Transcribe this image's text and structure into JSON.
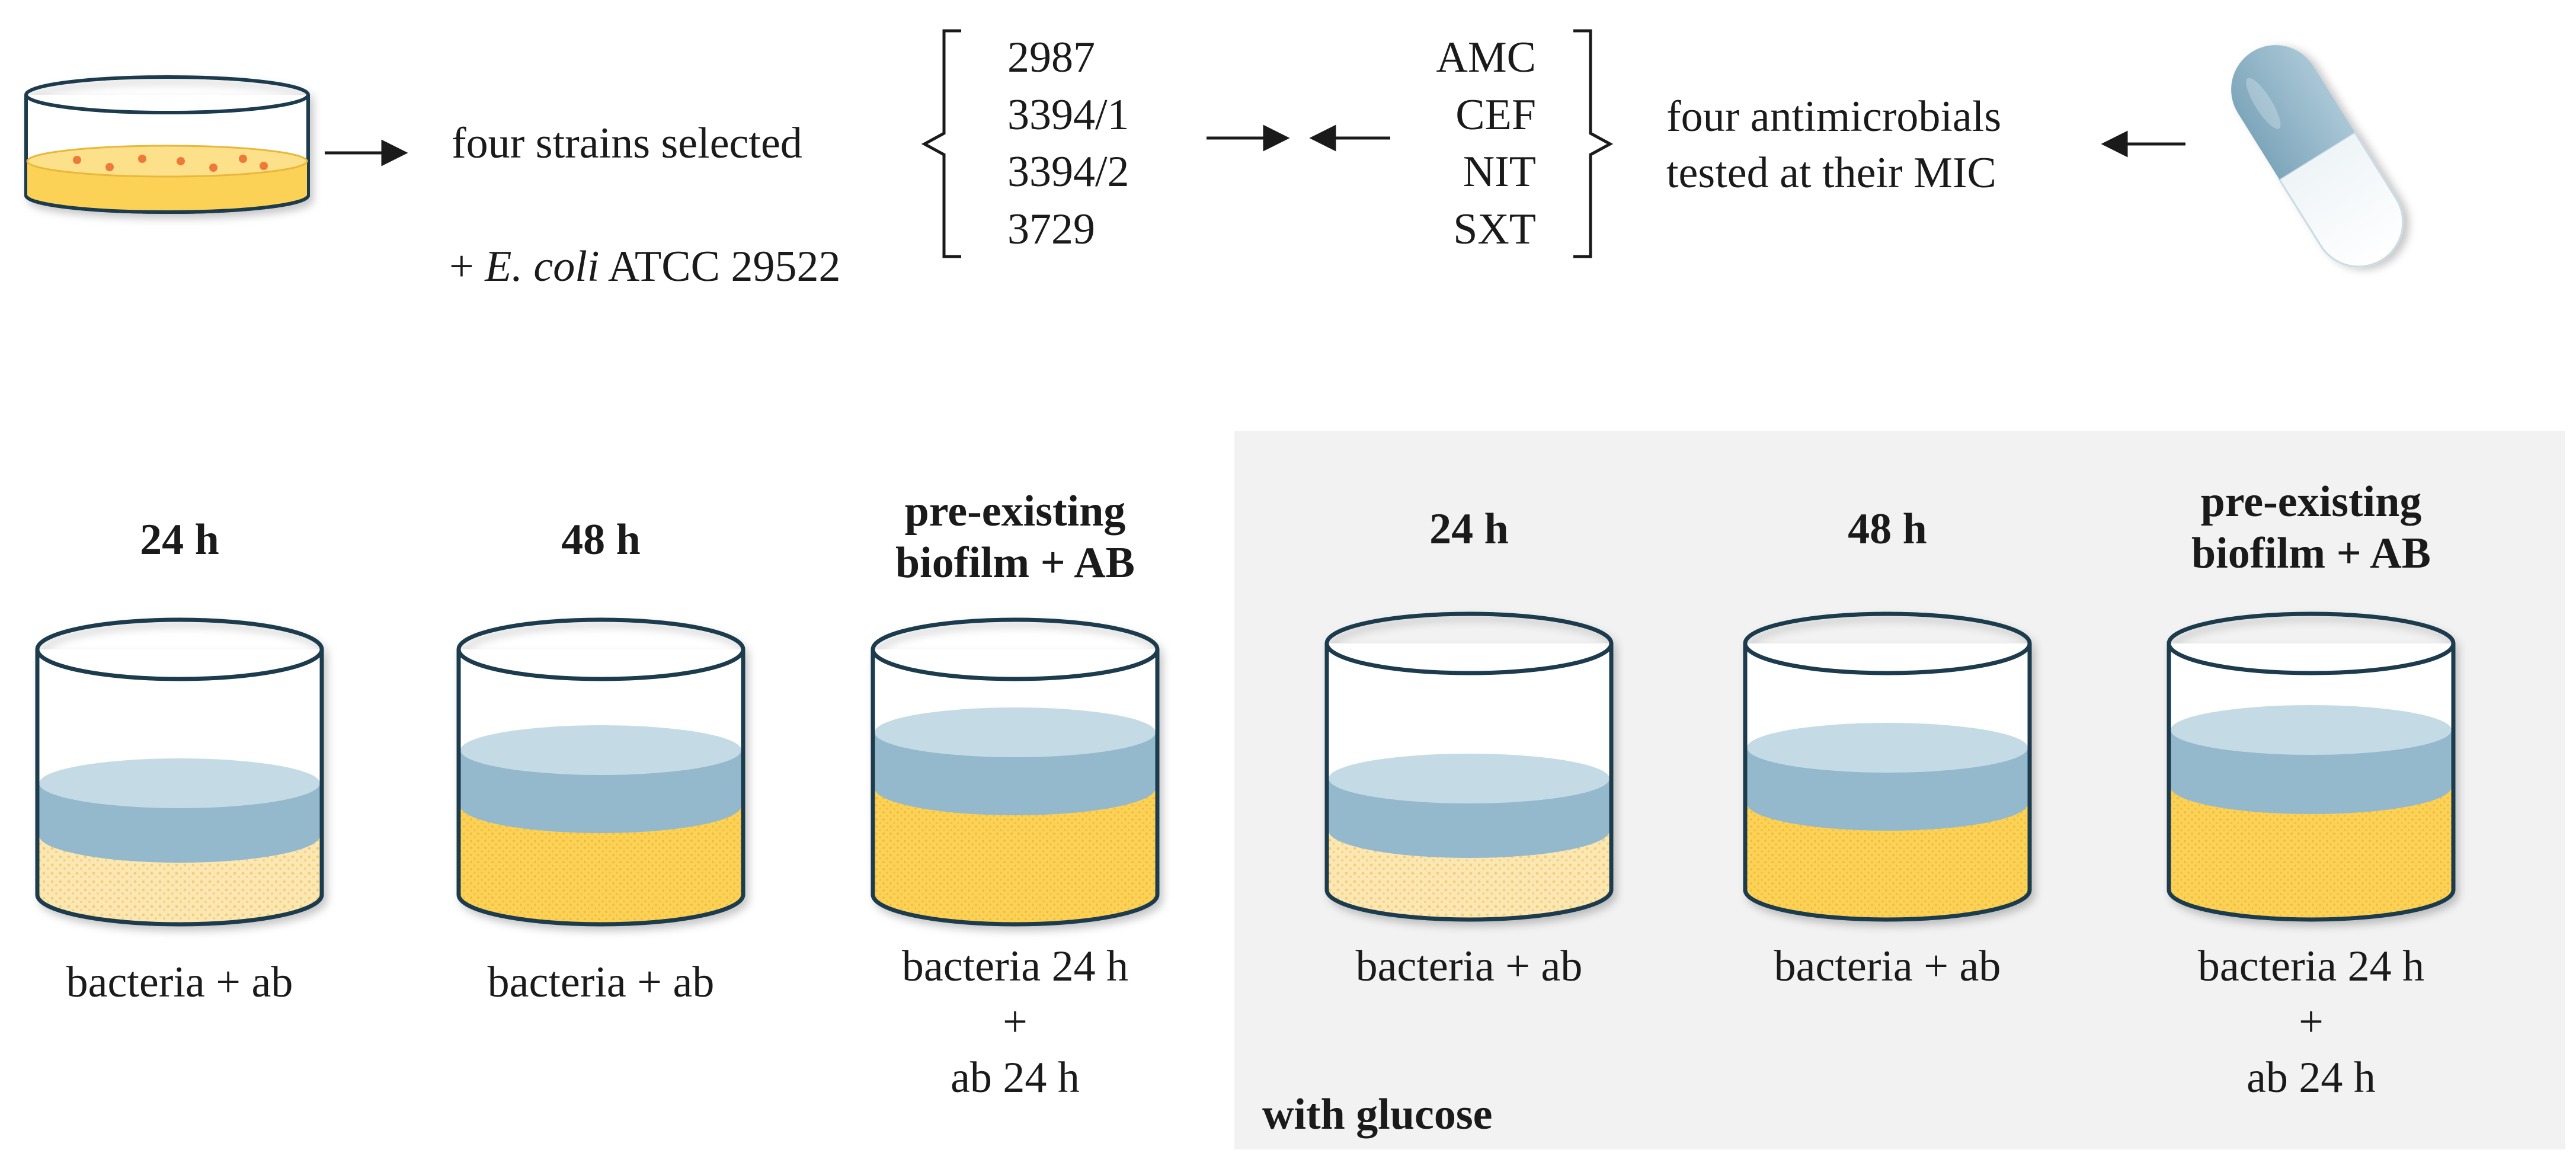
{
  "strains_label": "four strains selected",
  "control_strain": {
    "prefix": "+ ",
    "species": "E. coli",
    "suffix": " ATCC 29522"
  },
  "strains": [
    "2987",
    "3394/1",
    "3394/2",
    "3729"
  ],
  "antimicrobials": [
    "AMC",
    "CEF",
    "NIT",
    "SXT"
  ],
  "antimicrobials_label": [
    "four antimicrobials",
    "tested at their MIC"
  ],
  "conditions": [
    {
      "title": [
        "24 h"
      ],
      "caption": [
        "bacteria + ab"
      ],
      "biofilm": "sparse"
    },
    {
      "title": [
        "48 h"
      ],
      "caption": [
        "bacteria + ab"
      ],
      "biofilm": "dense"
    },
    {
      "title": [
        "pre-existing",
        "biofilm + AB"
      ],
      "caption": [
        "bacteria 24 h",
        "+",
        "ab 24 h"
      ],
      "biofilm": "dense"
    },
    {
      "title": [
        "24 h"
      ],
      "caption": [
        "bacteria + ab"
      ],
      "biofilm": "sparse"
    },
    {
      "title": [
        "48 h"
      ],
      "caption": [
        "bacteria + ab"
      ],
      "biofilm": "dense"
    },
    {
      "title": [
        "pre-existing",
        "biofilm + AB"
      ],
      "caption": [
        "bacteria 24 h",
        "+",
        "ab 24 h"
      ],
      "biofilm": "dense"
    }
  ],
  "glucose_label": "with glucose",
  "colors": {
    "panel": "#f2f2f2",
    "outline": "#1f3b4d",
    "liquid": "#94b9cc",
    "liquid_top": "#c4dbe6",
    "biofilm_dense": "#fbd257",
    "biofilm_sparse": "#fbe7b4",
    "colony": "#ee7a3a",
    "capsule": "#8fb4c8"
  }
}
